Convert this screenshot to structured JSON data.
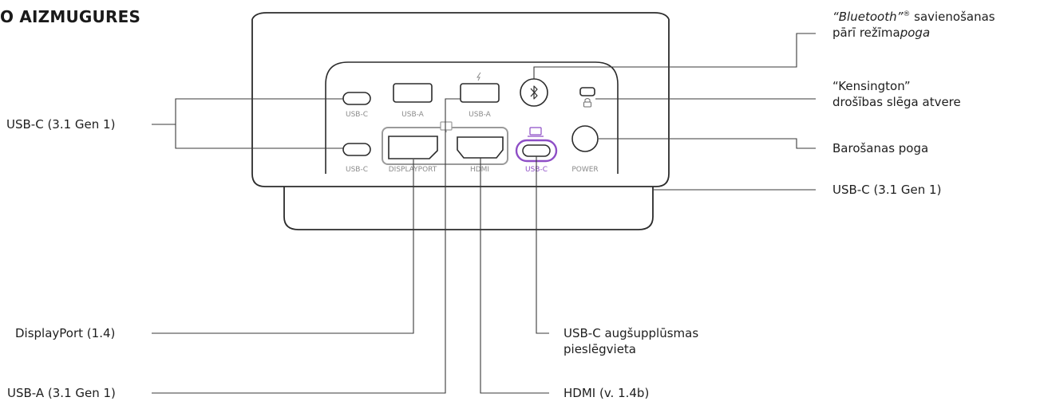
{
  "heading": "O AIZMUGURES",
  "colors": {
    "accent": "#8e4ec6",
    "outline": "#2b2b2b",
    "line": "#3a3a3a",
    "port_label": "#8a8a8a",
    "port_group": "#9a9a9a"
  },
  "port_labels": {
    "usbc_top": "USB-C",
    "usba_1": "USB-A",
    "usba_2": "USB-A",
    "usbc_bottom": "USB-C",
    "displayport": "DISPLAYPORT",
    "hdmi": "HDMI",
    "usbc_upstream": "USB-C",
    "power": "POWER"
  },
  "icons": {
    "lightning": "lightning-icon",
    "bluetooth": "bluetooth-icon",
    "lock": "lock-icon",
    "monitor": "monitor-icon",
    "laptop": "laptop-icon"
  },
  "callouts": {
    "usbc_left": "USB-C (3.1 Gen 1)",
    "displayport": "DisplayPort (1.4)",
    "usba": "USB-A (3.1 Gen 1)",
    "bluetooth_brand": "“Bluetooth”",
    "bluetooth_reg": "®",
    "bluetooth_rest": " savienošanas",
    "bluetooth_line2_a": "pārī režīma",
    "bluetooth_line2_b": "poga",
    "kensington_line1": "“Kensington”",
    "kensington_line2": "drošības slēga atvere",
    "power_button": "Barošanas poga",
    "usbc_right": "USB-C (3.1 Gen 1)",
    "upstream_line1": "USB-C augšupplūsmas",
    "upstream_line2": "pieslēgvieta",
    "hdmi": "HDMI (v. 1.4b)"
  }
}
